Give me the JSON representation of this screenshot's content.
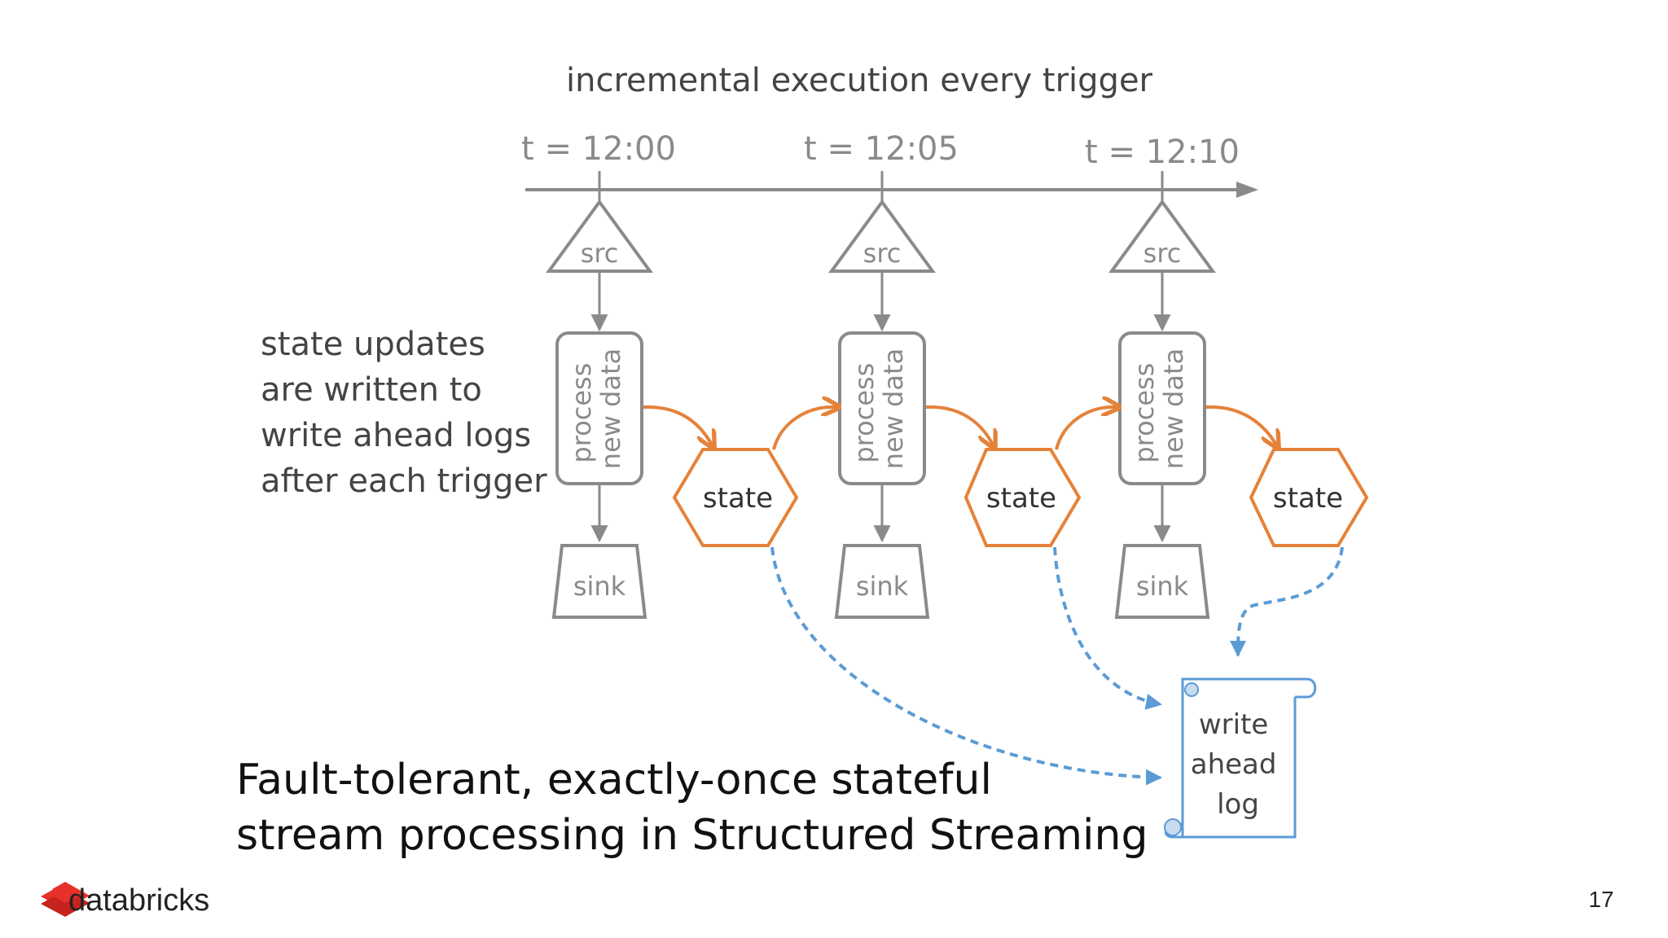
{
  "title": "incremental execution every trigger",
  "triggers": [
    {
      "time": "t = 12:00",
      "src": "src",
      "process_line1": "process",
      "process_line2": "new data",
      "state": "state",
      "sink": "sink"
    },
    {
      "time": "t = 12:05",
      "src": "src",
      "process_line1": "process",
      "process_line2": "new data",
      "state": "state",
      "sink": "sink"
    },
    {
      "time": "t = 12:10",
      "src": "src",
      "process_line1": "process",
      "process_line2": "new data",
      "state": "state",
      "sink": "sink"
    }
  ],
  "side_note": [
    "state updates",
    "are written to",
    "write ahead logs",
    "after each trigger"
  ],
  "wal": [
    "write",
    "ahead",
    "log"
  ],
  "headline": [
    "Fault-tolerant, exactly-once stateful",
    "stream processing in Structured Streaming"
  ],
  "brand": "databricks",
  "page_number": "17",
  "colors": {
    "gray": "#8a8a8a",
    "orange": "#e5823a",
    "blue": "#5b9bd5",
    "brand_red": "#e8302b"
  }
}
